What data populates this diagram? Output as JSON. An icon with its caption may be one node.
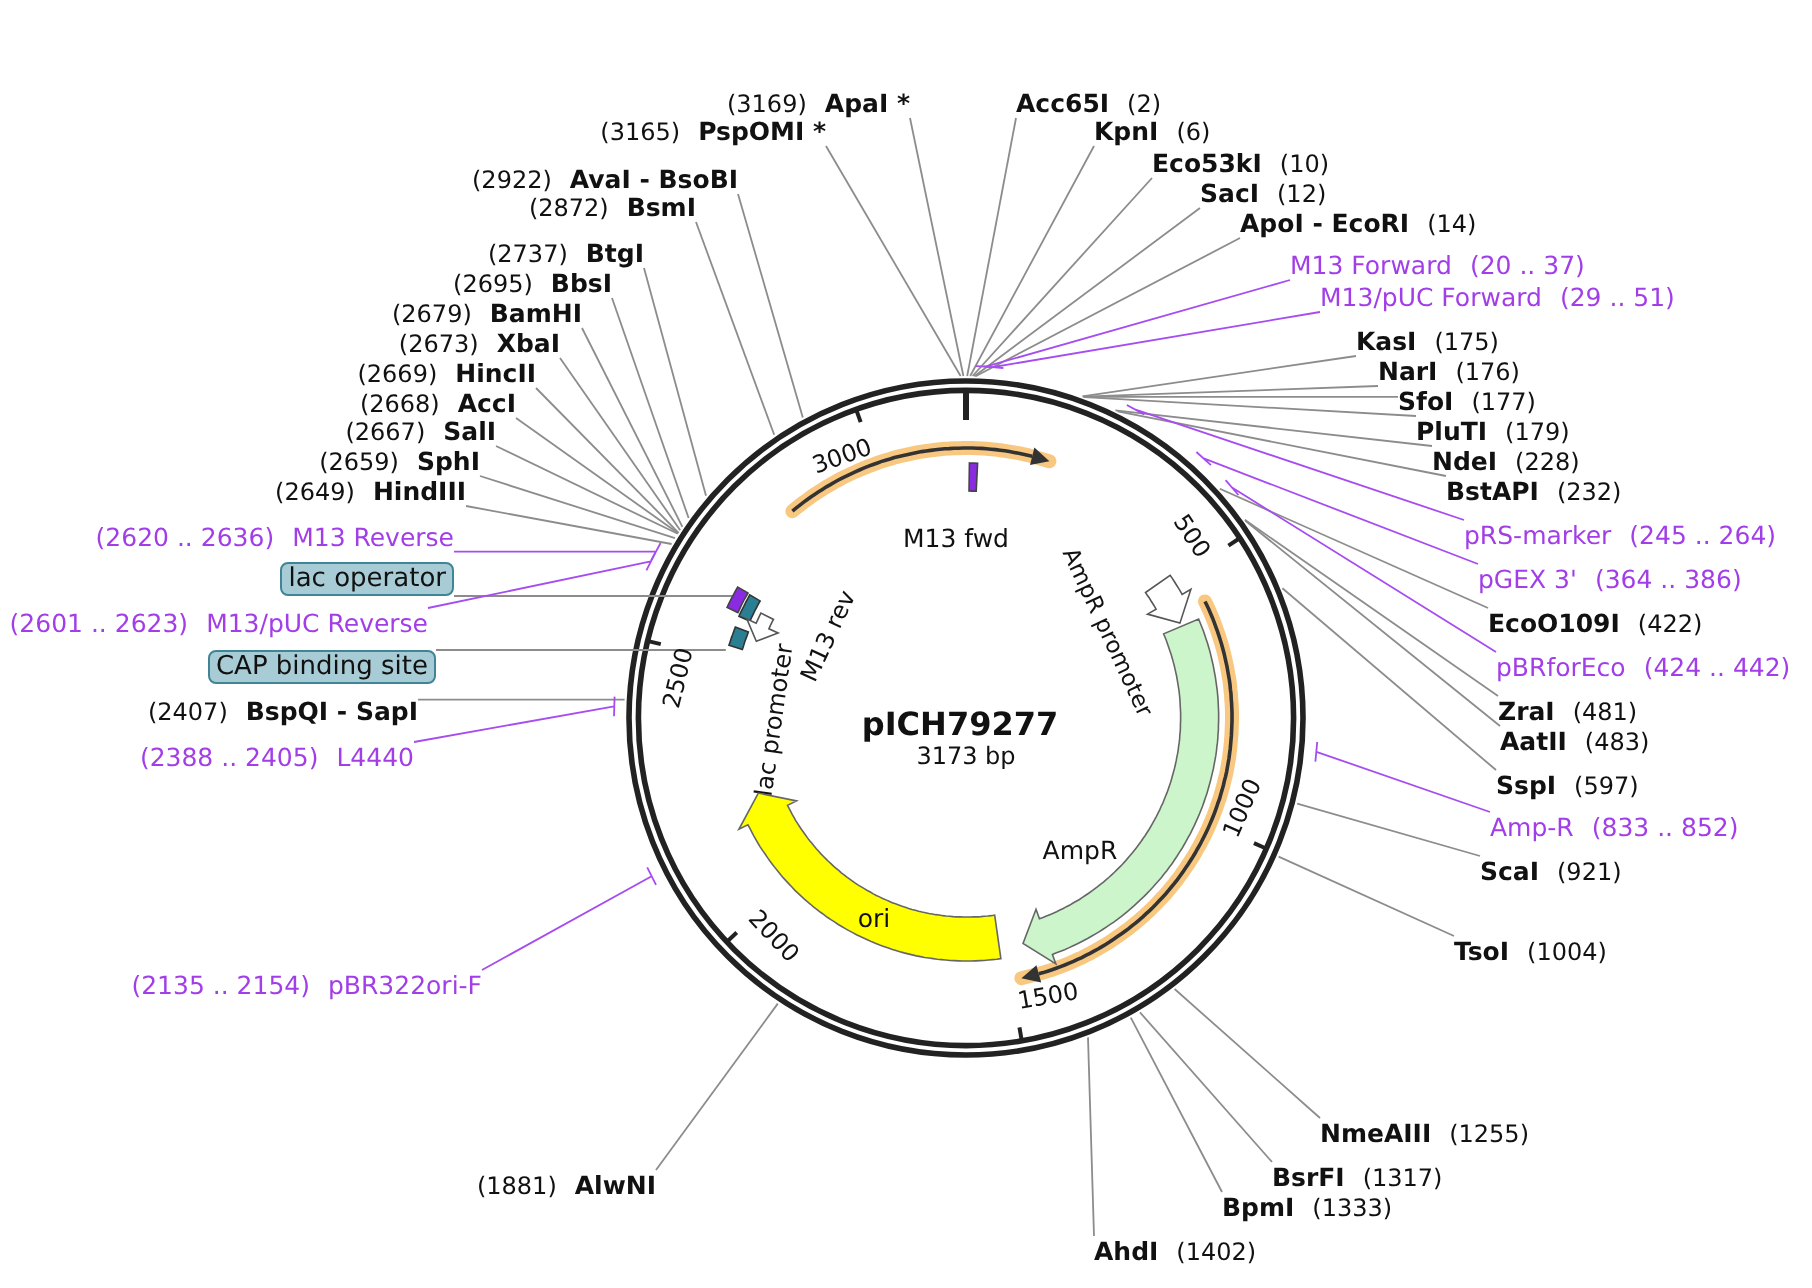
{
  "diagram": {
    "title": "pICH79277",
    "nodes": [
      {
        "text": [
          "(3169)",
          "ApaI *"
        ]
      },
      {
        "text": [
          "(3165)",
          "PspOMI *"
        ]
      },
      {
        "text": [
          "(2922)",
          "AvaI - BsoBI"
        ]
      },
      {
        "text": [
          "(2872)",
          "BsmI"
        ]
      },
      {
        "text": [
          "(2737)",
          "BtgI"
        ]
      },
      {
        "text": [
          "(2695)",
          "BbsI"
        ]
      },
      {
        "text": [
          "(2679)",
          "BamHI"
        ]
      },
      {
        "text": [
          "(2673)",
          "XbaI"
        ]
      },
      {
        "text": [
          "(2669)",
          "HincII"
        ]
      },
      {
        "text": [
          "(2668)",
          "AccI"
        ]
      },
      {
        "text": [
          "(2667)",
          "SalI"
        ]
      },
      {
        "text": [
          "(2659)",
          "SphI"
        ]
      },
      {
        "text": [
          "(2649)",
          "HindIII"
        ]
      },
      {
        "text": [
          "(2620 .. 2636)",
          "M13 Reverse"
        ]
      },
      {
        "text": [
          "lac operator"
        ]
      },
      {
        "text": [
          "(2601 .. 2623)",
          "M13/pUC Reverse"
        ]
      },
      {
        "text": [
          "CAP binding site"
        ]
      },
      {
        "text": [
          "(2407)",
          "BspQI - SapI"
        ]
      },
      {
        "text": [
          "(2388 .. 2405)",
          "L4440"
        ]
      },
      {
        "text": [
          "(2135 .. 2154)",
          "pBR322ori-F"
        ]
      },
      {
        "text": [
          "(1881)",
          "AlwNI"
        ]
      },
      {
        "text": [
          "Acc65I",
          "(2)"
        ]
      },
      {
        "text": [
          "KpnI",
          "(6)"
        ]
      },
      {
        "text": [
          "Eco53kI",
          "(10)"
        ]
      },
      {
        "text": [
          "SacI",
          "(12)"
        ]
      },
      {
        "text": [
          "ApoI - EcoRI",
          "(14)"
        ]
      },
      {
        "text": [
          "M13 Forward",
          "(20 .. 37)"
        ]
      },
      {
        "text": [
          "M13/pUC Forward",
          "(29 .. 51)"
        ]
      },
      {
        "text": [
          "KasI",
          "(175)"
        ]
      },
      {
        "text": [
          "NarI",
          "(176)"
        ]
      },
      {
        "text": [
          "SfoI",
          "(177)"
        ]
      },
      {
        "text": [
          "PluTI",
          "(179)"
        ]
      },
      {
        "text": [
          "NdeI",
          "(228)"
        ]
      },
      {
        "text": [
          "BstAPI",
          "(232)"
        ]
      },
      {
        "text": [
          "pRS-marker",
          "(245 .. 264)"
        ]
      },
      {
        "text": [
          "pGEX 3'",
          "(364 .. 386)"
        ]
      },
      {
        "text": [
          "EcoO109I",
          "(422)"
        ]
      },
      {
        "text": [
          "pBRforEco",
          "(424 .. 442)"
        ]
      },
      {
        "text": [
          "ZraI",
          "(481)"
        ]
      },
      {
        "text": [
          "AatII",
          "(483)"
        ]
      },
      {
        "text": [
          "SspI",
          "(597)"
        ]
      },
      {
        "text": [
          "Amp-R",
          "(833 .. 852)"
        ]
      },
      {
        "text": [
          "ScaI",
          "(921)"
        ]
      },
      {
        "text": [
          "TsoI",
          "(1004)"
        ]
      },
      {
        "text": [
          "NmeAIII",
          "(1255)"
        ]
      },
      {
        "text": [
          "BsrFI",
          "(1317)"
        ]
      },
      {
        "text": [
          "BpmI",
          "(1333)"
        ]
      },
      {
        "text": [
          "AhdI",
          "(1402)"
        ]
      },
      {
        "text": [
          "M13 fwd"
        ]
      },
      {
        "text": [
          "AmpR promoter"
        ]
      },
      {
        "text": [
          "M13 rev"
        ]
      },
      {
        "text": [],
        "shape": "box"
      },
      {
        "text": [],
        "shape": "box"
      },
      {
        "text": [
          "lac promoter"
        ]
      },
      {
        "text": [
          "AmpR"
        ]
      },
      {
        "text": [
          "ori"
        ]
      }
    ],
    "edges": [
      {
        "from": 0,
        "to": null,
        "arrow": "none"
      },
      {
        "from": 1,
        "to": null,
        "arrow": "none"
      },
      {
        "from": 2,
        "to": null,
        "arrow": "none"
      },
      {
        "from": 3,
        "to": null,
        "arrow": "none"
      },
      {
        "from": 4,
        "to": null,
        "arrow": "none"
      },
      {
        "from": 5,
        "to": null,
        "arrow": "none"
      },
      {
        "from": 6,
        "to": null,
        "arrow": "none"
      },
      {
        "from": 7,
        "to": null,
        "arrow": "none"
      },
      {
        "from": 8,
        "to": null,
        "arrow": "none"
      },
      {
        "from": 9,
        "to": null,
        "arrow": "none"
      },
      {
        "from": 10,
        "to": null,
        "arrow": "none"
      },
      {
        "from": 11,
        "to": null,
        "arrow": "none"
      },
      {
        "from": 12,
        "to": null,
        "arrow": "none"
      },
      {
        "from": 13,
        "to": null,
        "arrow": "none",
        "color": "#a64cf0"
      },
      {
        "from": 14,
        "to": 51,
        "arrow": "none"
      },
      {
        "from": 15,
        "to": null,
        "arrow": "none",
        "color": "#a64cf0"
      },
      {
        "from": 16,
        "to": 52,
        "arrow": "none"
      },
      {
        "from": 17,
        "to": null,
        "arrow": "none"
      },
      {
        "from": 18,
        "to": null,
        "arrow": "none",
        "color": "#a64cf0"
      },
      {
        "from": 19,
        "to": null,
        "arrow": "none",
        "color": "#a64cf0"
      },
      {
        "from": 20,
        "to": null,
        "arrow": "none"
      },
      {
        "from": 21,
        "to": null,
        "arrow": "none"
      },
      {
        "from": 22,
        "to": null,
        "arrow": "none"
      },
      {
        "from": 23,
        "to": null,
        "arrow": "none"
      },
      {
        "from": 24,
        "to": null,
        "arrow": "none"
      },
      {
        "from": 25,
        "to": null,
        "arrow": "none"
      },
      {
        "from": 26,
        "to": null,
        "arrow": "none",
        "color": "#a64cf0"
      },
      {
        "from": 27,
        "to": null,
        "arrow": "none",
        "color": "#a64cf0"
      },
      {
        "from": 28,
        "to": null,
        "arrow": "none"
      },
      {
        "from": 29,
        "to": null,
        "arrow": "none"
      },
      {
        "from": 30,
        "to": null,
        "arrow": "none"
      },
      {
        "from": 31,
        "to": null,
        "arrow": "none"
      },
      {
        "from": 32,
        "to": null,
        "arrow": "none"
      },
      {
        "from": 33,
        "to": null,
        "arrow": "none"
      },
      {
        "from": 34,
        "to": null,
        "arrow": "none",
        "color": "#a64cf0"
      },
      {
        "from": 35,
        "to": null,
        "arrow": "none",
        "color": "#a64cf0"
      },
      {
        "from": 36,
        "to": null,
        "arrow": "none"
      },
      {
        "from": 37,
        "to": null,
        "arrow": "none",
        "color": "#a64cf0"
      },
      {
        "from": 38,
        "to": null,
        "arrow": "none"
      },
      {
        "from": 39,
        "to": null,
        "arrow": "none"
      },
      {
        "from": 40,
        "to": null,
        "arrow": "none"
      },
      {
        "from": 41,
        "to": null,
        "arrow": "none",
        "color": "#a64cf0"
      },
      {
        "from": 42,
        "to": null,
        "arrow": "none"
      },
      {
        "from": 43,
        "to": null,
        "arrow": "none"
      },
      {
        "from": 44,
        "to": null,
        "arrow": "none"
      },
      {
        "from": 45,
        "to": null,
        "arrow": "none"
      },
      {
        "from": 46,
        "to": null,
        "arrow": "none"
      },
      {
        "from": 47,
        "to": null,
        "arrow": "none"
      }
    ],
    "labels": [
      "3000",
      "500",
      "2500",
      "3173 bp",
      "1000",
      "2000",
      "1500"
    ]
  }
}
